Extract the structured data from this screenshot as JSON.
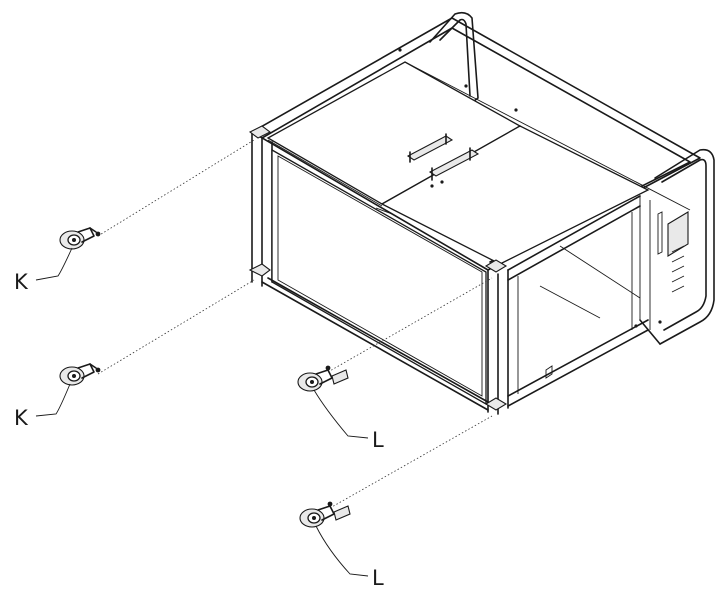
{
  "callouts": [
    {
      "id": "k1",
      "label": "K"
    },
    {
      "id": "k2",
      "label": "K"
    },
    {
      "id": "l1",
      "label": "L"
    },
    {
      "id": "l2",
      "label": "L"
    }
  ]
}
